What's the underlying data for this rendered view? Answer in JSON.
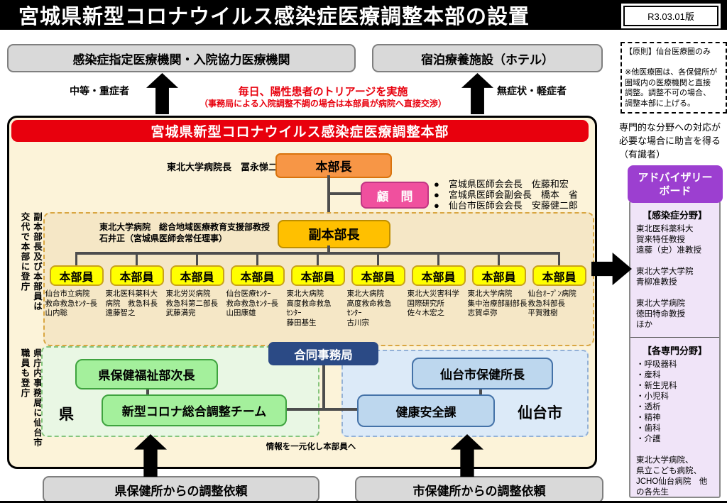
{
  "header": {
    "title": "宮城県新型コロナウイルス感染症医療調整本部の設置",
    "version": "R3.03.01版"
  },
  "top_flow": {
    "hospital_box": "感染症指定医療機関・入院協力医療機関",
    "hotel_box": "宿泊療養施設（ホテル）",
    "left_arrow_label": "中等・重症者",
    "right_arrow_label": "無症状・軽症者",
    "triage_main": "毎日、陽性患者のトリアージを実施",
    "triage_sub": "（事務局による入院調整不調の場合は本部員が病院へ直接交渉）"
  },
  "side_notes": {
    "principle": "【原則】仙台医療圏のみ\n\n※他医療圏は、各保健所が\n圏域内の医療機関と直接\n調整。調整不可の場合、\n調整本部に上げる。",
    "advisor_hint": "専門的な分野への対応が\n必要な場合に助言を得る\n（有識者）"
  },
  "advisory_board": {
    "title": "アドバイザリー\nボード",
    "infection_heading": "【感染症分野】",
    "infection_body": "東北医科薬科大\n賀来特任教授\n遠藤（史）准教授\n\n東北大学大学院\n青柳准教授\n\n東北大学病院\n徳田特命教授\nほか",
    "specialty_heading": "【各専門分野】",
    "specialty_body": "・呼吸器科\n・産科\n・新生児科\n・小児科\n・透析\n・精神\n・歯科\n・介護\n\n東北大学病院、\n県立こども病院、\nJCHO仙台病院　他\nの各先生"
  },
  "hq": {
    "title": "宮城県新型コロナウイルス感染症医療調整本部",
    "director_box": "本部長",
    "director_name": "東北大学病院長　冨永悌二",
    "advisor_box": "顧　問",
    "advisor_members": "●　宮城県医師会会長　佐藤和宏\n●　宮城県医師会副会長　橋本　省\n●　仙台市医師会会長　安藤健二郎",
    "deputy_box": "副本部長",
    "deputy_name": "東北大学病院　総合地域医療教育支援部教授\n石井正（宮城県医師会常任理事）",
    "member_box": "本部員",
    "members": [
      "仙台市立病院\n救命救急ｾﾝﾀｰ長\n山内聡",
      "東北医科薬科大\n病院　救急科長\n遠藤智之",
      "東北労災病院\n救急科第二部長\n武藤満完",
      "仙台医療ｾﾝﾀｰ\n救命救急ｾﾝﾀｰ長\n山田康雄",
      "東北大病院\n高度救命救急\nｾﾝﾀｰ\n藤田基生",
      "東北大病院\n高度救命救急\nｾﾝﾀｰ\n古川宗",
      "東北大災害科学\n国際研究所\n佐々木宏之",
      "東北大学病院\n集中治療部副部長\n志賀卓弥",
      "仙台ｵｰﾌﾟﾝ病院\n救急科部長\n平賀雅樹"
    ],
    "rotation_note": "副本部長及び本部員は交代で本部に登庁",
    "staff_note": "県庁内事務局に仙台市職員も登庁",
    "joint_office": "合同事務局",
    "pref_label": "県",
    "pref_box1": "県保健福祉部次長",
    "pref_box2": "新型コロナ総合調整チーム",
    "city_label": "仙台市",
    "city_box1": "仙台市保健所長",
    "city_box2": "健康安全課",
    "info_note": "情報を一元化し本部員へ"
  },
  "bottom_flow": {
    "pref_request": "県保健所からの調整依頼",
    "city_request": "市保健所からの調整依頼"
  }
}
